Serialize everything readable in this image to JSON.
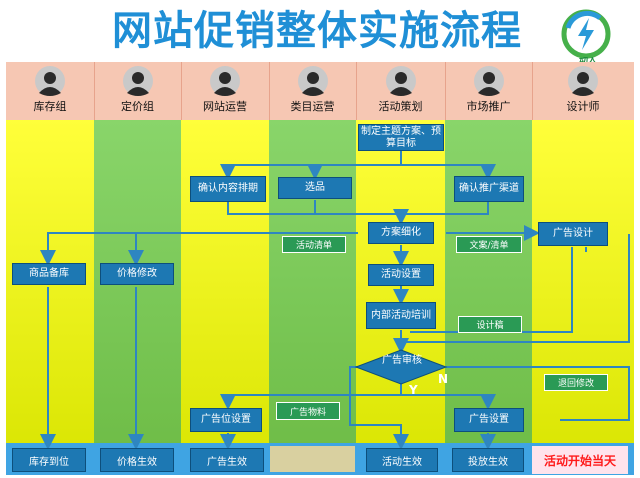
{
  "title": "网站促销整体实施流程",
  "logo": {
    "icon": "lightning-circle-logo",
    "text": "动人"
  },
  "roles": [
    "库存组",
    "定价组",
    "网站运营",
    "类目运营",
    "活动策划",
    "市场推广",
    "设计师"
  ],
  "process": {
    "plan": "制定主题方案、预算目标",
    "confirm_content": "确认内容排期",
    "select_products": "选品",
    "confirm_channels": "确认推广渠道",
    "refine_plan": "方案细化",
    "ad_design": "广告设计",
    "stock_prep": "商品备库",
    "price_change": "价格修改",
    "event_setup": "活动设置",
    "training": "内部活动培训",
    "ad_review": "广告审核",
    "ad_slot_setup": "广告位设置",
    "ad_setup": "广告设置"
  },
  "notes": {
    "event_list": "活动清单",
    "copy_list": "文案/清单",
    "design_draft": "设计稿",
    "ad_materials": "广告物料",
    "return_edit": "退回修改"
  },
  "decision": {
    "yes": "Y",
    "no": "N"
  },
  "bottom": {
    "stock_arrival": "库存到位",
    "price_effective": "价格生效",
    "ad_effective": "广告生效",
    "event_effective": "活动生效",
    "placement_effective": "投放生效",
    "event_start": "活动开始当天"
  },
  "colors": {
    "title": "#1f8fd6",
    "box": "#1d78b3",
    "note": "#2a9a55",
    "lane_green": "#7ac850",
    "lane_yellow": "#f2f21a",
    "header": "#f6c7b3",
    "start_text": "#ff1a1a"
  }
}
